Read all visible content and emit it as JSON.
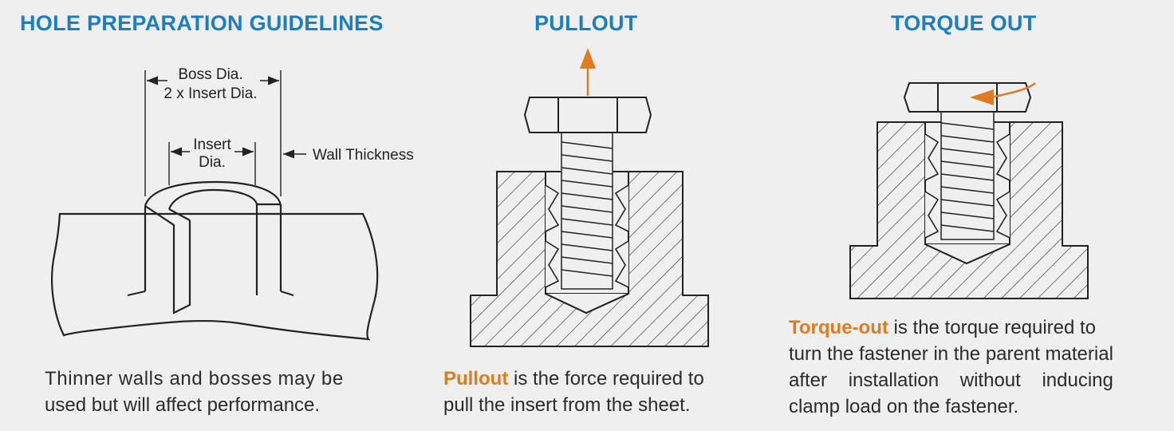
{
  "hole_prep": {
    "title": "HOLE PREPARATION GUIDELINES",
    "labels": {
      "boss_dia_line1": "Boss Dia.",
      "boss_dia_line2": "2 x Insert Dia.",
      "insert_dia_line1": "Insert",
      "insert_dia_line2": "Dia.",
      "wall_thickness": "Wall Thickness"
    },
    "description_line1": "Thinner walls and bosses may be",
    "description_line2": "used but will affect performance."
  },
  "pullout": {
    "title": "PULLOUT",
    "term": "Pullout",
    "description_rest": " is the force required to",
    "description_line2": "pull the insert from the sheet."
  },
  "torque_out": {
    "title": "TORQUE OUT",
    "term": "Torque-out",
    "description_rest": " is the torque required to",
    "description_line2": "turn the fastener in the parent material",
    "description_line3": "after installation without inducing",
    "description_line4": "clamp load on the fastener."
  },
  "colors": {
    "heading": "#1b7ec4",
    "accent": "#de7c22",
    "line": "#2b2b2b",
    "background": "#efefef"
  }
}
